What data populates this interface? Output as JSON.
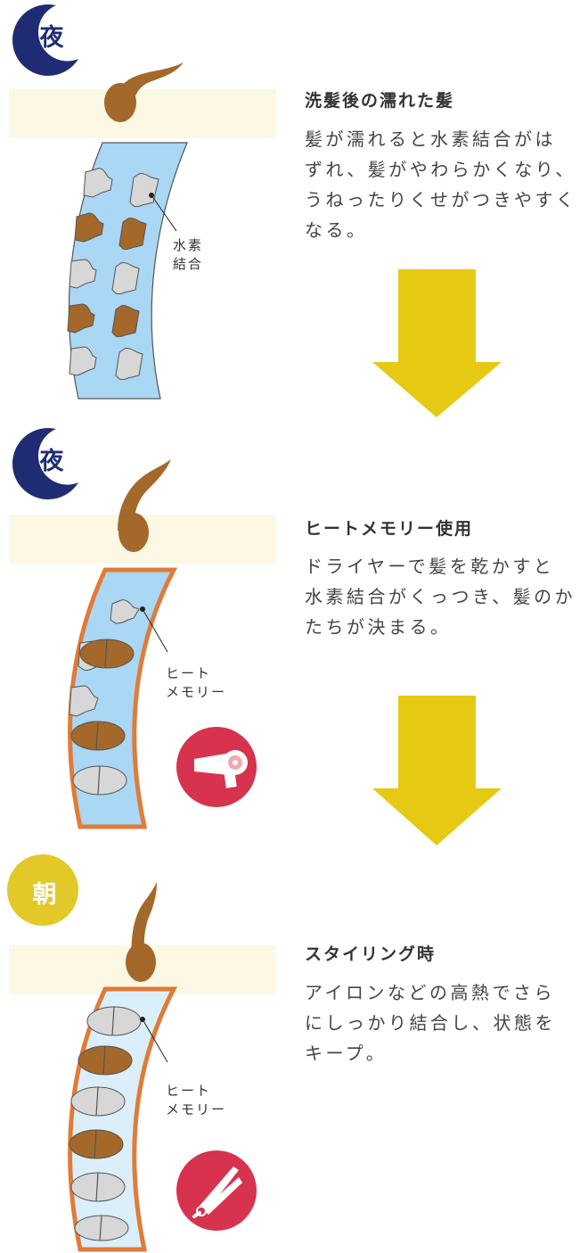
{
  "stages": [
    {
      "badge": "夜",
      "title": "洗髪後の濡れた髪",
      "desc_lines": [
        "髪が濡れると水素結合がは",
        "ずれ、髪がやわらかくなり、",
        "うねったりくせがつきやすく",
        "なる。"
      ],
      "callout_lines": [
        "水素",
        "結合"
      ]
    },
    {
      "badge": "夜",
      "title": "ヒートメモリー使用",
      "desc_lines": [
        "ドライヤーで髪を乾かすと",
        "水素結合がくっつき、髪のか",
        "たちが決まる。"
      ],
      "callout_lines": [
        "ヒート",
        "メモリー"
      ],
      "tool_icon": "hair-dryer-icon"
    },
    {
      "badge": "朝",
      "title": "スタイリング時",
      "desc_lines": [
        "アイロンなどの高熱でさら",
        "にしっかり結合し、状態を",
        "キープ。"
      ],
      "callout_lines": [
        "ヒート",
        "メモリー"
      ],
      "tool_icon": "hair-iron-icon"
    }
  ],
  "colors": {
    "moon": "#1f2c74",
    "sun": "#e3c82a",
    "arrow": "#e6c913",
    "hair": "#a4682a",
    "wet_strand": "#a9d7f4",
    "dry_strand": "#dbeffb",
    "heat_outline": "#e07b38",
    "tool_circle": "#d7334e",
    "scalp": "#fdf8e3"
  }
}
